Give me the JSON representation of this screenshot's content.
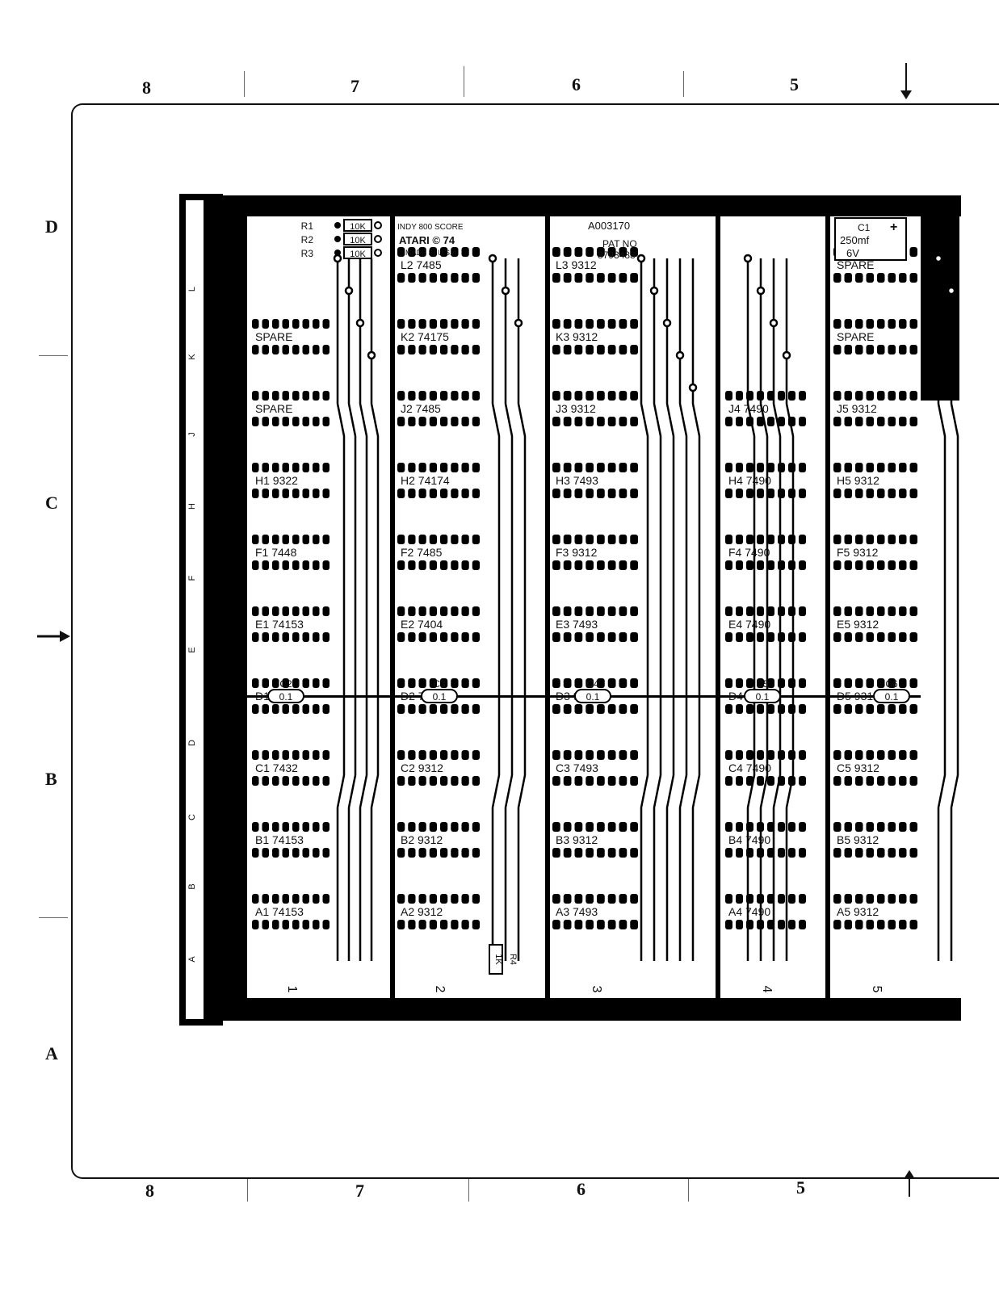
{
  "top_zones": [
    "8",
    "7",
    "6",
    "5"
  ],
  "bottom_zones": [
    "8",
    "7",
    "6",
    "5"
  ],
  "left_zones": [
    "D",
    "C",
    "B",
    "A"
  ],
  "edge_letters": [
    "A",
    "B",
    "C",
    "D",
    "E",
    "F",
    "H",
    "J",
    "K",
    "L"
  ],
  "resistors": [
    {
      "ref": "R1",
      "value": "10K"
    },
    {
      "ref": "R2",
      "value": "10K"
    },
    {
      "ref": "R3",
      "value": "10K"
    },
    {
      "ref": "R4",
      "value": "1K"
    }
  ],
  "header": {
    "line1": "INDY 800 SCORE",
    "line2": "ATARI © 74",
    "line3": "MADE IN U.S.A.",
    "part_no": "A003170",
    "pat_label": "PAT NO",
    "pat_no": "3793483"
  },
  "capacitor_c1": {
    "ref": "C1",
    "value": "250mf",
    "voltage": "6V",
    "polarity": "+"
  },
  "bypass_caps": [
    {
      "ref": "C2",
      "value": "0.1"
    },
    {
      "ref": "C3",
      "value": "0.1"
    },
    {
      "ref": "C4",
      "value": "0.1"
    },
    {
      "ref": "C5",
      "value": "0.1"
    },
    {
      "ref": "C6",
      "value": "0.1"
    }
  ],
  "columns": [
    {
      "number": "1",
      "chips": [
        "SPARE",
        "SPARE",
        "H1 9322",
        "F1 7448",
        "E1 74153",
        "D1 74153",
        "C1 7432",
        "B1 74153",
        "A1 74153"
      ]
    },
    {
      "number": "2",
      "chips": [
        "L2 7485",
        "K2 74175",
        "J2 7485",
        "H2 74174",
        "F2 7485",
        "E2 7404",
        "D2 7402",
        "C2 9312",
        "B2 9312",
        "A2 9312"
      ]
    },
    {
      "number": "3",
      "chips": [
        "L3 9312",
        "K3 9312",
        "J3 9312",
        "H3 7493",
        "F3 9312",
        "E3 7493",
        "D3 9312",
        "C3 7493",
        "B3 9312",
        "A3 7493"
      ]
    },
    {
      "number": "4",
      "chips": [
        "J4 7490",
        "H4 7490",
        "F4 7490",
        "E4 7490",
        "D4 7490",
        "C4 7490",
        "B4 7490",
        "A4 7490"
      ]
    },
    {
      "number": "5",
      "chips": [
        "SPARE",
        "SPARE",
        "J5 9312",
        "H5 9312",
        "F5 9312",
        "E5 9312",
        "D5 9312",
        "C5 9312",
        "B5 9312",
        "A5 9312"
      ]
    }
  ]
}
